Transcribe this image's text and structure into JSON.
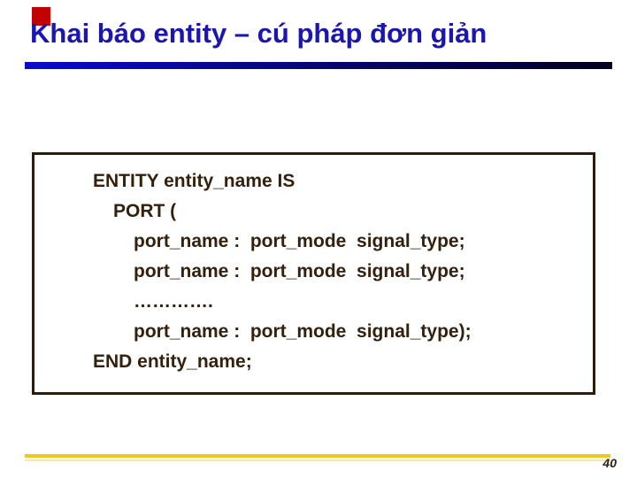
{
  "slide": {
    "title": "Khai báo entity – cú pháp đơn giản",
    "page_number": "40",
    "code_box": {
      "lines": [
        {
          "indent": 1,
          "text": "ENTITY entity_name IS"
        },
        {
          "indent": 2,
          "text": "PORT ("
        },
        {
          "indent": 3,
          "text": "port_name :  port_mode  signal_type;"
        },
        {
          "indent": 3,
          "text": "port_name :  port_mode  signal_type;"
        },
        {
          "indent": 3,
          "text": "…………."
        },
        {
          "indent": 3,
          "text": "port_name :  port_mode  signal_type);"
        },
        {
          "indent": 1,
          "text": "END entity_name;"
        }
      ]
    },
    "colors": {
      "title": "#1b15b2",
      "bar_start": "#0a0acd",
      "bar_end": "#00001e",
      "code_text": "#33210e",
      "box_border": "#2b1d0e",
      "yellow": "#eec81e",
      "yellow_light": "#f5e9b0",
      "red": "#c10000",
      "page": "#33210e"
    }
  }
}
